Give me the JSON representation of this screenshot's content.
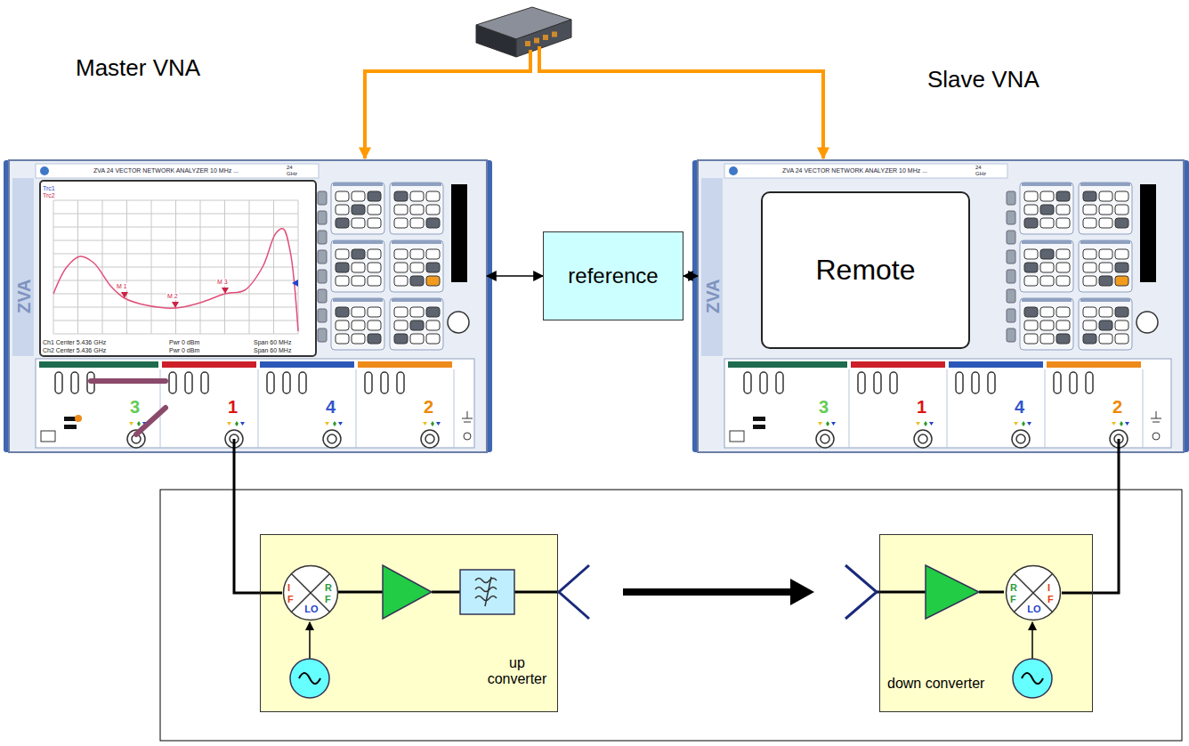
{
  "diagram": {
    "nodes": [
      {
        "text": [
          "Master VNA"
        ]
      },
      {
        "text": [
          "Slave VNA"
        ]
      },
      {
        "text": [
          "Remote"
        ],
        "in": 1
      },
      {
        "text": [
          "reference"
        ]
      },
      {
        "text": [
          "up converter"
        ]
      },
      {
        "text": [
          "I F",
          "R F",
          "LO"
        ],
        "in": 4
      },
      {
        "text": [
          "down converter"
        ]
      },
      {
        "text": [
          "R F",
          "I F",
          "LO"
        ],
        "in": 6
      }
    ],
    "edges": [
      {
        "from": 3,
        "to": 0,
        "arrow": "both"
      },
      {
        "from": 3,
        "to": 1,
        "arrow": "both"
      },
      {
        "from": 0,
        "to": 5,
        "arrow": "none"
      },
      {
        "from": 7,
        "to": 1,
        "arrow": "none"
      }
    ],
    "labels": [
      "ZVA 24 VECTOR NETWORK ANALYZER 10 MHz ...",
      "24 GHz",
      "ZVA 24 VECTOR NETWORK ANALYZER 10 MHz ...",
      "24 GHz",
      "ZVA",
      "ZVA",
      "Trc1",
      "Trc2",
      "M 1",
      "M 2",
      "M 3",
      "Ch1 Center 5.436 GHz",
      "Ch2 Center 5.436 GHz",
      "Pwr 0 dBm",
      "Pwr 0 dBm",
      "Span 60 MHz",
      "Span 60 MHz",
      "3",
      "1",
      "4",
      "2",
      "3",
      "1",
      "4",
      "2"
    ]
  }
}
